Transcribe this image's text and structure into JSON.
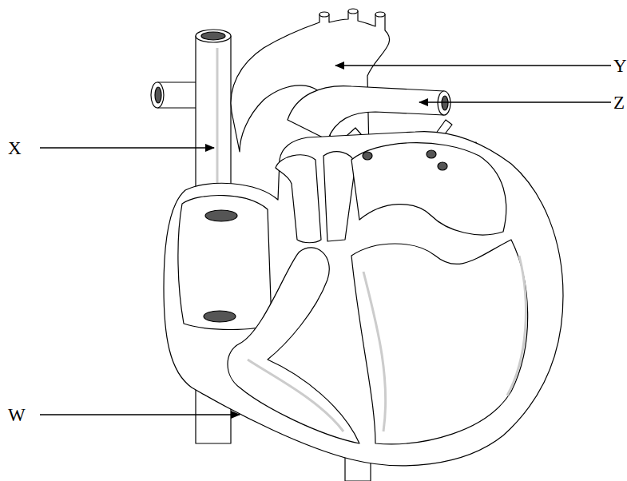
{
  "diagram": {
    "labels": [
      "Y",
      "Z",
      "X",
      "W"
    ]
  }
}
